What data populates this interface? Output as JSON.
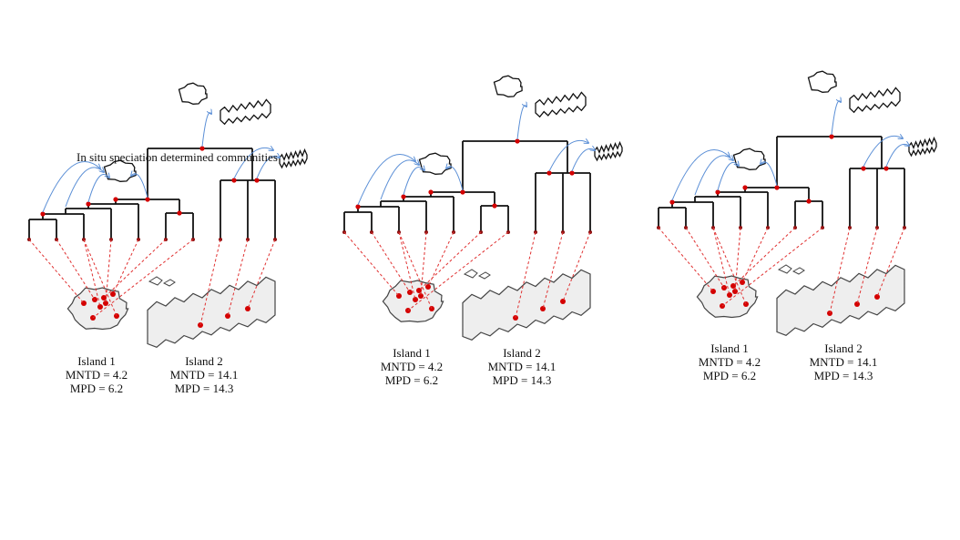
{
  "heading": "In situ speciation determined communities",
  "panels": [
    {
      "island1": {
        "name": "Island 1",
        "mntd": "MNTD = 4.2",
        "mpd": "MPD = 6.2"
      },
      "island2": {
        "name": "Island 2",
        "mntd": "MNTD = 14.1",
        "mpd": "MPD = 14.3"
      }
    },
    {
      "island1": {
        "name": "Island 1",
        "mntd": "MNTD = 4.2",
        "mpd": "MPD = 6.2"
      },
      "island2": {
        "name": "Island 2",
        "mntd": "MNTD = 14.1",
        "mpd": "MPD = 14.3"
      }
    },
    {
      "island1": {
        "name": "Island 1",
        "mntd": "MNTD = 4.2",
        "mpd": "MPD = 6.2"
      },
      "island2": {
        "name": "Island 2",
        "mntd": "MNTD = 14.1",
        "mpd": "MPD = 14.3"
      }
    }
  ],
  "colors": {
    "tree": "#111111",
    "node": "#d40000",
    "link": "#e03030",
    "arrow": "#5b8fd6",
    "island_fill": "#eeeeee",
    "island_stroke": "#444444"
  }
}
